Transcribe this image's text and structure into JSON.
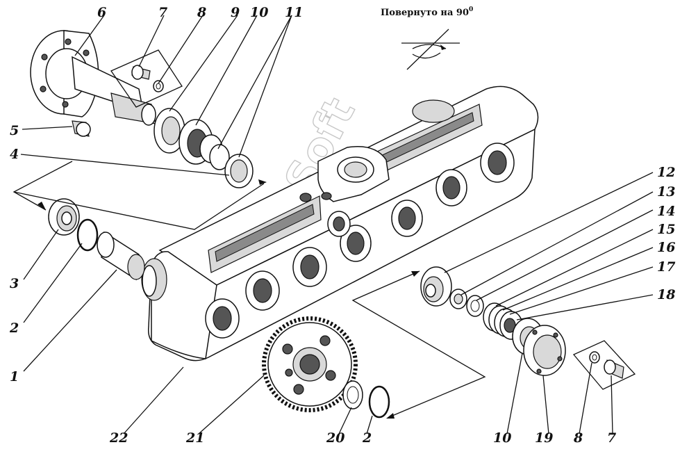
{
  "heading": {
    "text": "Повернуто на 90",
    "degree": "0"
  },
  "watermark": "AutoSoft",
  "callouts": [
    {
      "id": "c1",
      "label": "1"
    },
    {
      "id": "c2a",
      "label": "2"
    },
    {
      "id": "c2b",
      "label": "2"
    },
    {
      "id": "c3",
      "label": "3"
    },
    {
      "id": "c4",
      "label": "4"
    },
    {
      "id": "c5",
      "label": "5"
    },
    {
      "id": "c6",
      "label": "6"
    },
    {
      "id": "c7a",
      "label": "7"
    },
    {
      "id": "c7b",
      "label": "7"
    },
    {
      "id": "c8a",
      "label": "8"
    },
    {
      "id": "c8b",
      "label": "8"
    },
    {
      "id": "c9",
      "label": "9"
    },
    {
      "id": "c10a",
      "label": "10"
    },
    {
      "id": "c10b",
      "label": "10"
    },
    {
      "id": "c11",
      "label": "11"
    },
    {
      "id": "c12",
      "label": "12"
    },
    {
      "id": "c13",
      "label": "13"
    },
    {
      "id": "c14",
      "label": "14"
    },
    {
      "id": "c15",
      "label": "15"
    },
    {
      "id": "c16",
      "label": "16"
    },
    {
      "id": "c17",
      "label": "17"
    },
    {
      "id": "c18",
      "label": "18"
    },
    {
      "id": "c19",
      "label": "19"
    },
    {
      "id": "c20",
      "label": "20"
    },
    {
      "id": "c21",
      "label": "21"
    },
    {
      "id": "c22",
      "label": "22"
    }
  ]
}
